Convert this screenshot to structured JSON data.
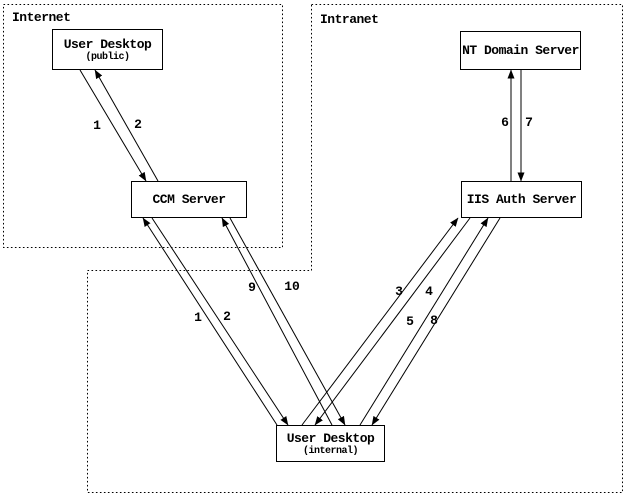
{
  "zones": {
    "internet": {
      "label": "Internet"
    },
    "intranet": {
      "label": "Intranet"
    }
  },
  "nodes": {
    "user_desktop_public": {
      "title": "User Desktop",
      "subtitle": "(public)"
    },
    "ccm_server": {
      "title": "CCM Server"
    },
    "nt_domain_server": {
      "title": "NT Domain Server"
    },
    "iis_auth_server": {
      "title": "IIS Auth Server"
    },
    "user_desktop_internal": {
      "title": "User Desktop",
      "subtitle": "(internal)"
    }
  },
  "edges": [
    {
      "label": "1",
      "from": "user_desktop_public",
      "to": "ccm_server"
    },
    {
      "label": "2",
      "from": "ccm_server",
      "to": "user_desktop_public"
    },
    {
      "label": "1",
      "from": "user_desktop_internal",
      "to": "ccm_server"
    },
    {
      "label": "2",
      "from": "ccm_server",
      "to": "user_desktop_internal"
    },
    {
      "label": "9",
      "from": "user_desktop_internal",
      "to": "ccm_server"
    },
    {
      "label": "10",
      "from": "ccm_server",
      "to": "user_desktop_internal"
    },
    {
      "label": "3",
      "from": "user_desktop_internal",
      "to": "iis_auth_server"
    },
    {
      "label": "4",
      "from": "iis_auth_server",
      "to": "user_desktop_internal"
    },
    {
      "label": "5",
      "from": "user_desktop_internal",
      "to": "iis_auth_server"
    },
    {
      "label": "8",
      "from": "iis_auth_server",
      "to": "user_desktop_internal"
    },
    {
      "label": "6",
      "from": "iis_auth_server",
      "to": "nt_domain_server"
    },
    {
      "label": "7",
      "from": "nt_domain_server",
      "to": "iis_auth_server"
    }
  ],
  "colors": {
    "line": "#000000",
    "background": "#ffffff"
  }
}
